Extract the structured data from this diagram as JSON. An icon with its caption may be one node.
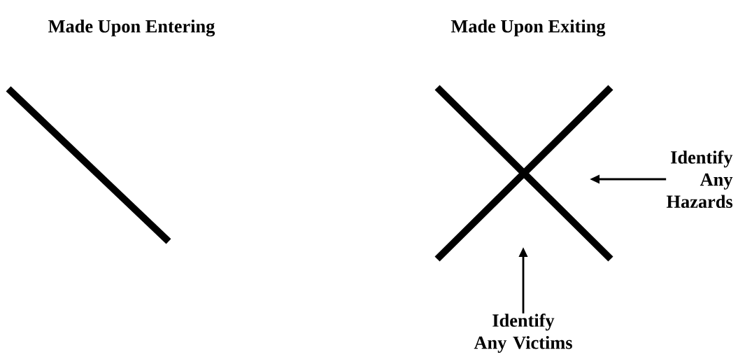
{
  "diagram": {
    "nodes": [
      {
        "text": [
          "Identify Any Hazards"
        ]
      },
      {
        "text": [
          "Identify Any Victims"
        ]
      }
    ],
    "edges": [
      {
        "from": 0,
        "to": null,
        "arrow": "to"
      },
      {
        "from": 1,
        "to": null,
        "arrow": "to"
      }
    ],
    "labels": [
      "Made Upon Entering",
      "Made Upon Exiting"
    ]
  }
}
